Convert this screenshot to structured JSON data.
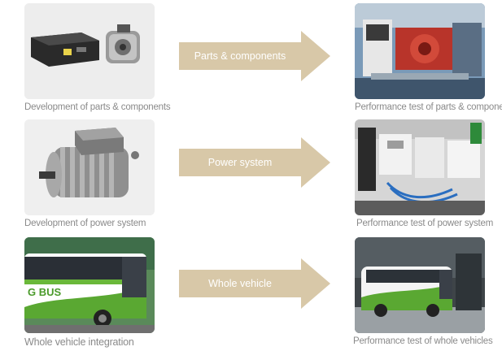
{
  "rows": [
    {
      "left_caption": "Development of parts & components",
      "arrow_label": "Parts & components",
      "right_caption": "Performance test of parts & components"
    },
    {
      "left_caption": "Development of power system",
      "arrow_label": "Power system",
      "right_caption": "Performance test of power system"
    },
    {
      "left_caption": "Whole vehicle integration",
      "arrow_label": "Whole vehicle",
      "right_caption": "Performance test of whole vehicles"
    }
  ],
  "bus_text": "G BUS",
  "colors": {
    "arrow": "#d8c8a8",
    "caption": "#8a8a8a",
    "bus_green": "#5aa832"
  }
}
